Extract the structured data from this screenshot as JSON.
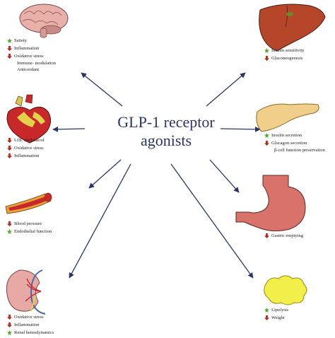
{
  "title": [
    "GLP-1 receptor",
    "agonists"
  ],
  "colors": {
    "arrow": "#2a3566",
    "increase": "#5aa832",
    "decrease": "#b32a1f",
    "title": "#2a3566"
  },
  "organs": {
    "brain": {
      "icon": "brain-icon",
      "effects": [
        {
          "label": "Satiety",
          "direction": "up"
        },
        {
          "label": "Inflammation",
          "direction": "down"
        },
        {
          "label": "Oxidative stress",
          "direction": "down"
        },
        {
          "label": "Immune- modulation",
          "direction": "none"
        },
        {
          "label": "Antioxidant",
          "direction": "none"
        }
      ]
    },
    "heart": {
      "icon": "heart-icon",
      "effects": [
        {
          "label": "LDL cholesterol",
          "direction": "down"
        },
        {
          "label": "Oxidative stress",
          "direction": "down"
        },
        {
          "label": "Inflammation",
          "direction": "down"
        }
      ]
    },
    "vessel": {
      "icon": "blood-vessel-icon",
      "effects": [
        {
          "label": "Blood pressure",
          "direction": "down"
        },
        {
          "label": "Endothelial function",
          "direction": "up"
        }
      ]
    },
    "kidney": {
      "icon": "kidney-icon",
      "effects": [
        {
          "label": "Oxidative stress",
          "direction": "down"
        },
        {
          "label": "Inflammation",
          "direction": "down"
        },
        {
          "label": "Renal hemodynamics",
          "direction": "up"
        }
      ]
    },
    "liver": {
      "icon": "liver-icon",
      "effects": [
        {
          "label": "Insulin sensitivity",
          "direction": "up"
        },
        {
          "label": "Gluconeogenesis",
          "direction": "down"
        }
      ]
    },
    "pancreas": {
      "icon": "pancreas-icon",
      "effects": [
        {
          "label": "Insulin secretion",
          "direction": "up"
        },
        {
          "label": "Glucagon secretion",
          "direction": "down"
        },
        {
          "label": "β-cell function preservation",
          "direction": "none"
        }
      ]
    },
    "stomach": {
      "icon": "stomach-icon",
      "effects": [
        {
          "label": "Gastric emptying",
          "direction": "down"
        }
      ]
    },
    "fat": {
      "icon": "adipose-tissue-icon",
      "effects": [
        {
          "label": "Lipolysis",
          "direction": "up"
        },
        {
          "label": "Weight",
          "direction": "down"
        }
      ]
    }
  }
}
